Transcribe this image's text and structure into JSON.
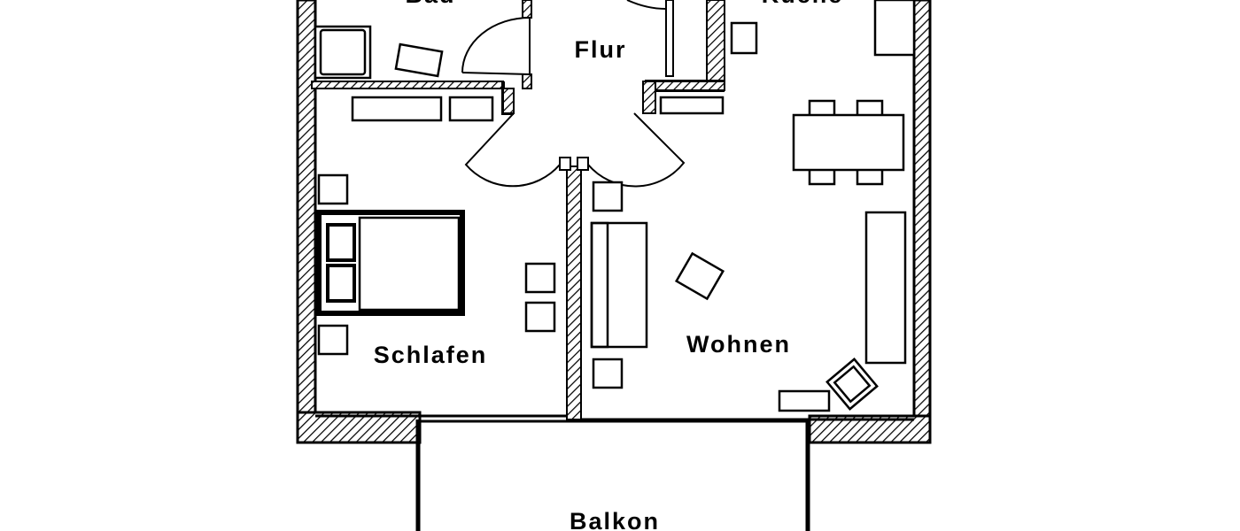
{
  "floor_plan": {
    "rooms": {
      "bad": "Bad",
      "kueche": "Küche",
      "flur": "Flur",
      "schlafen": "Schlafen",
      "wohnen": "Wohnen",
      "balkon": "Balkon"
    }
  }
}
